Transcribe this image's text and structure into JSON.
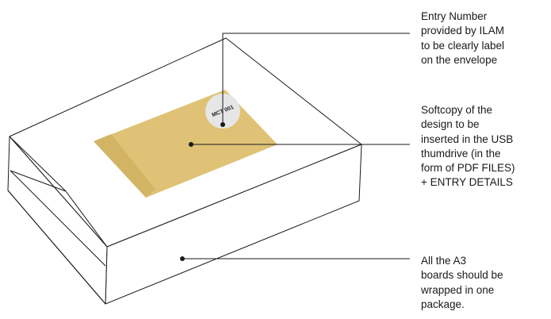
{
  "sticker": {
    "text": "MCT 001"
  },
  "callouts": {
    "entry_number": {
      "lines": [
        "Entry Number",
        "provided by ILAM",
        "to be clearly label",
        "on the envelope"
      ]
    },
    "softcopy": {
      "lines": [
        "Softcopy of the",
        "design to be",
        "inserted in the USB",
        "thumdrive (in the",
        "form of PDF FILES)",
        "+ ENTRY DETAILS"
      ]
    },
    "wrapping": {
      "lines": [
        "All the A3",
        "boards should be",
        "wrapped in one",
        "package."
      ]
    }
  },
  "colors": {
    "envelope_fill": "#dfc275",
    "envelope_flap": "#d2b464",
    "sticker_fill": "#e6e6e6",
    "outline": "#1a1a1a"
  }
}
